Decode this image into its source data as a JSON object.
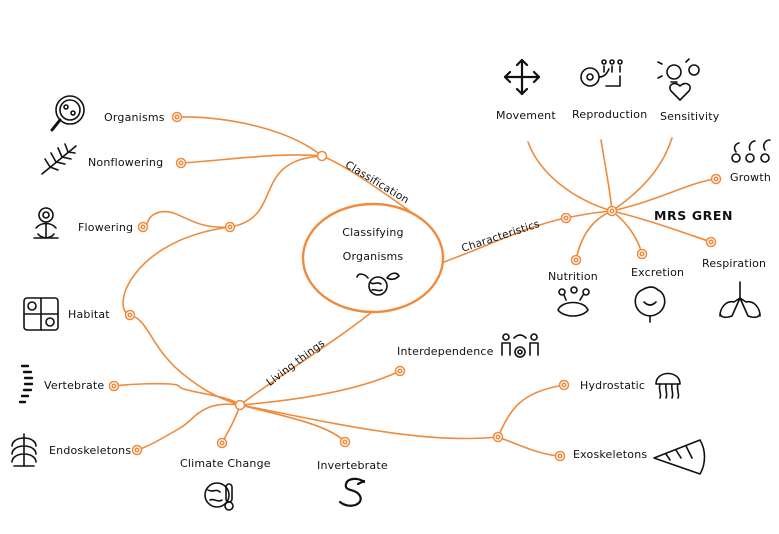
{
  "center": {
    "line1": "Classifying",
    "line2": "Organisms"
  },
  "branches": {
    "classification": "Classification",
    "characteristics": "Characteristics",
    "living_things": "Living things"
  },
  "classification": {
    "organisms": "Organisms",
    "nonflowering": "Nonflowering",
    "flowering": "Flowering"
  },
  "characteristics": {
    "movement": "Movement",
    "reproduction": "Reproduction",
    "sensitivity": "Sensitivity",
    "growth": "Growth",
    "mrs_gren": "MRS GREN",
    "respiration": "Respiration",
    "excretion": "Excretion",
    "nutrition": "Nutrition"
  },
  "living_things": {
    "habitat": "Habitat",
    "vertebrate": "Vertebrate",
    "endoskeletons": "Endoskeletons",
    "climate_change": "Climate  Change",
    "invertebrate": "Invertebrate",
    "interdependence": "Interdependence",
    "hydrostatic": "Hydrostatic",
    "exoskeletons": "Exoskeletons"
  },
  "colors": {
    "accent": "#f08a3c",
    "ink": "#111111"
  }
}
